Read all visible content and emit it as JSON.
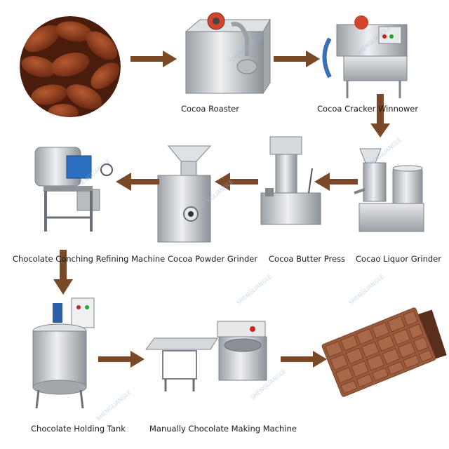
{
  "colors": {
    "arrow": "#7a4a28",
    "steel": "#c9ccd0",
    "steel_dark": "#8e9399",
    "bean": "#8a3a1c",
    "chocolate": "#9a5a3c",
    "chocolate_dark": "#5a2e1c"
  },
  "watermark": "SHENGLIANGLE",
  "steps": [
    {
      "id": "beans",
      "label": ""
    },
    {
      "id": "roaster",
      "label": "Cocoa Roaster"
    },
    {
      "id": "cracker",
      "label": "Cocoa Cracker Winnower"
    },
    {
      "id": "conching",
      "label": "Chocolate  Conching Refining Machine"
    },
    {
      "id": "powder",
      "label": "Cocoa Powder Grinder"
    },
    {
      "id": "press",
      "label": "Cocoa Butter Press"
    },
    {
      "id": "liquor",
      "label": "Cocao Liquor Grinder"
    },
    {
      "id": "tank",
      "label": "Chocolate Holding Tank"
    },
    {
      "id": "making",
      "label": "Manually Chocolate Making Machine"
    },
    {
      "id": "bar",
      "label": ""
    }
  ],
  "icons": {
    "beans": "cocoa-beans-photo",
    "roaster": "roaster-machine",
    "cracker": "cracker-winnower-machine",
    "conching": "conching-machine",
    "powder": "powder-grinder-machine",
    "press": "butter-press-machine",
    "liquor": "colloid-mill-machine",
    "tank": "holding-tank-machine",
    "making": "tempering-machine",
    "bar": "chocolate-bar"
  }
}
